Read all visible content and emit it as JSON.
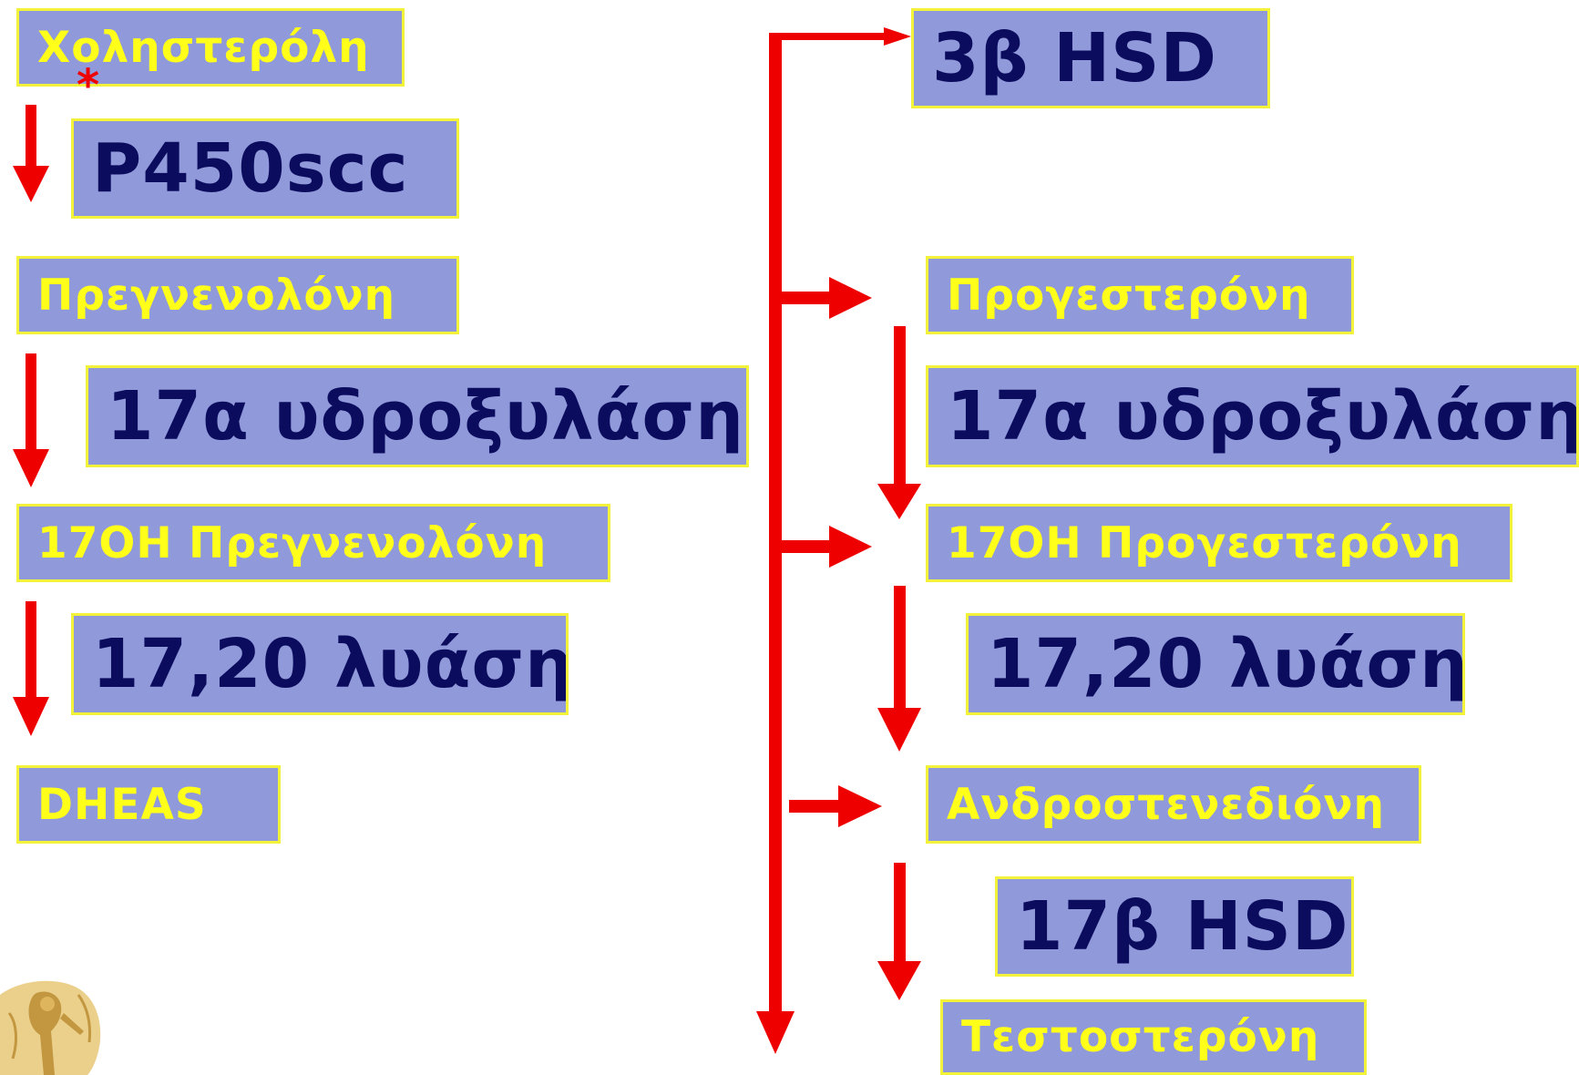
{
  "left_chain": {
    "cholesterol": "Χοληστερόλη",
    "p450scc": "P450scc",
    "pregnenolone": "Πρεγνενολόνη",
    "hydroxylase_17a": "17α υδροξυλάση",
    "oh17_pregnenolone": "17OH Πρεγνενολόνη",
    "lyase_1720": "17,20 λυάση",
    "dheas": "DHEAS"
  },
  "right_chain": {
    "hsd_3b": "3β HSD",
    "progesterone": "Προγεστερόνη",
    "hydroxylase_17a": "17α υδροξυλάση",
    "oh17_progesterone": "17OH Προγεστερόνη",
    "lyase_1720": "17,20 λυάση",
    "androstenedione": "Ανδροστενεδιόνη",
    "hsd_17b": "17β HSD",
    "testosterone": "Τεστοστερόνη"
  },
  "marker": "*",
  "colors": {
    "box_fill": "#9099d9",
    "box_border": "#f2f23a",
    "compound_text": "#ffff1a",
    "enzyme_text": "#0c0c5e",
    "arrow": "#ee0000"
  }
}
